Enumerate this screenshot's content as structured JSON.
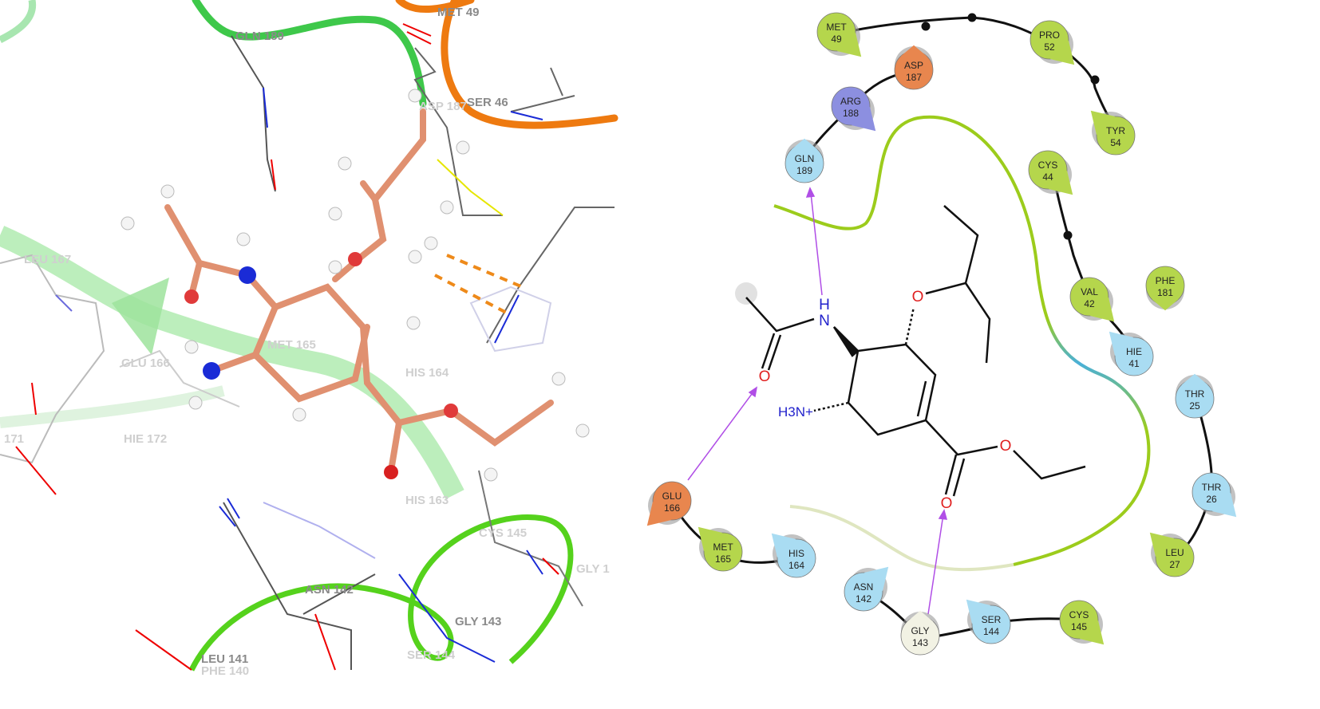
{
  "left_panel": {
    "title": "3D binding pose",
    "residue_labels": [
      "GLN 189",
      "MET 49",
      "ASP 187",
      "SER 46",
      "LEU 167",
      "MET 165",
      "GLU 166",
      "HIS 164",
      "HIE 172",
      "HIS 163",
      "CYS 145",
      "ASN 142",
      "GLY 143",
      "GLY 1",
      "LEU 141",
      "SER 144",
      "PHE 140",
      "171"
    ]
  },
  "right_panel": {
    "title": "2D ligand interaction diagram",
    "residues": [
      {
        "name": "MET",
        "num": "49",
        "type": "hydrophobic"
      },
      {
        "name": "ASP",
        "num": "187",
        "type": "negative"
      },
      {
        "name": "PRO",
        "num": "52",
        "type": "hydrophobic"
      },
      {
        "name": "ARG",
        "num": "188",
        "type": "positive"
      },
      {
        "name": "TYR",
        "num": "54",
        "type": "hydrophobic"
      },
      {
        "name": "GLN",
        "num": "189",
        "type": "polar"
      },
      {
        "name": "CYS",
        "num": "44",
        "type": "hydrophobic"
      },
      {
        "name": "VAL",
        "num": "42",
        "type": "hydrophobic"
      },
      {
        "name": "PHE",
        "num": "181",
        "type": "hydrophobic"
      },
      {
        "name": "HIE",
        "num": "41",
        "type": "polar"
      },
      {
        "name": "THR",
        "num": "25",
        "type": "polar"
      },
      {
        "name": "THR",
        "num": "26",
        "type": "polar"
      },
      {
        "name": "LEU",
        "num": "27",
        "type": "hydrophobic"
      },
      {
        "name": "GLU",
        "num": "166",
        "type": "negative"
      },
      {
        "name": "MET",
        "num": "165",
        "type": "hydrophobic"
      },
      {
        "name": "HIS",
        "num": "164",
        "type": "polar"
      },
      {
        "name": "ASN",
        "num": "142",
        "type": "polar"
      },
      {
        "name": "GLY",
        "num": "143",
        "type": "glycine"
      },
      {
        "name": "SER",
        "num": "144",
        "type": "polar"
      },
      {
        "name": "CYS",
        "num": "145",
        "type": "hydrophobic"
      }
    ],
    "atoms": {
      "n_h": "H",
      "n": "N",
      "o_carbonyl": "O",
      "o_ether": "O",
      "o_ester_dbl": "O",
      "o_ester": "O",
      "amine": "H3N+"
    },
    "colors": {
      "hydrophobic": "#b5d64c",
      "negative": "#e8864e",
      "positive": "#8c8fe0",
      "polar": "#a9dcf2",
      "glycine": "#f2f2e4",
      "hbond": "#b04ee6",
      "pocket": "#9ccc1c"
    }
  }
}
